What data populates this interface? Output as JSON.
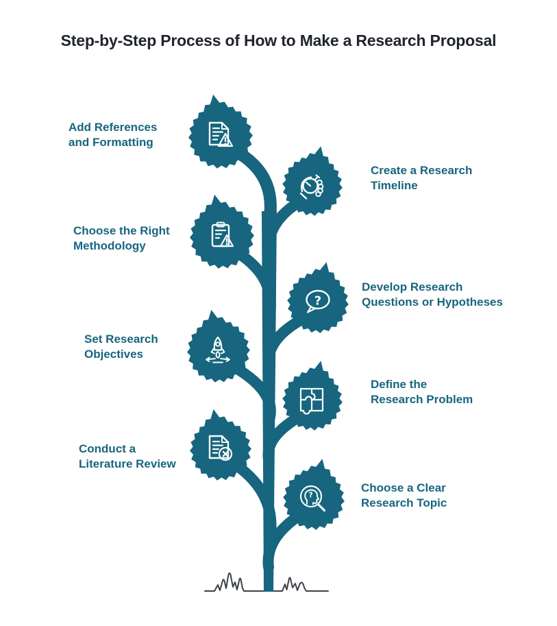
{
  "title": "Step-by-Step Process of How to Make a Research Proposal",
  "colors": {
    "accent": "#17657E",
    "title_text": "#20242D",
    "icon_stroke": "#F7FBFC",
    "ground": "#3C4148",
    "background": "#FFFFFF"
  },
  "steps": [
    {
      "id": "add-references-formatting",
      "side": "left",
      "icon": "document-warning-icon",
      "lines": [
        "Add References",
        "and Formatting"
      ]
    },
    {
      "id": "create-research-timeline",
      "side": "right",
      "icon": "hand-stopwatch-icon",
      "lines": [
        "Create a Research",
        "Timeline"
      ]
    },
    {
      "id": "choose-right-methodology",
      "side": "left",
      "icon": "clipboard-warning-icon",
      "lines": [
        "Choose the Right",
        "Methodology"
      ]
    },
    {
      "id": "develop-research-questions",
      "side": "right",
      "icon": "question-bubble-icon",
      "lines": [
        "Develop Research",
        "Questions or Hypotheses"
      ]
    },
    {
      "id": "set-research-objectives",
      "side": "left",
      "icon": "rocket-launch-icon",
      "lines": [
        "Set Research",
        "Objectives"
      ]
    },
    {
      "id": "define-research-problem",
      "side": "right",
      "icon": "puzzle-icon",
      "lines": [
        "Define the",
        "Research Problem"
      ]
    },
    {
      "id": "conduct-literature-review",
      "side": "left",
      "icon": "document-x-icon",
      "lines": [
        "Conduct a",
        "Literature Review"
      ]
    },
    {
      "id": "choose-clear-research-topic",
      "side": "right",
      "icon": "head-search-icon",
      "lines": [
        "Choose a Clear",
        "Research Topic"
      ]
    }
  ]
}
